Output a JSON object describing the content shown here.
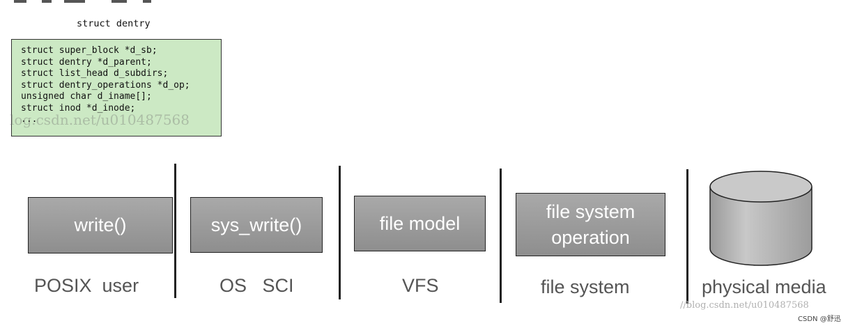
{
  "struct": {
    "title": "struct dentry",
    "lines": [
      "struct super_block *d_sb;",
      "struct dentry *d_parent;",
      "struct list_head d_subdirs;",
      "struct dentry_operations *d_op;",
      "unsigned char d_iname[];",
      "struct inod *d_inode;",
      "..."
    ]
  },
  "layers": [
    {
      "box": "write()",
      "label": "POSIX  user"
    },
    {
      "box": "sys_write()",
      "label": "OS   SCI"
    },
    {
      "box": "file model",
      "label": "VFS"
    },
    {
      "box": "file system\noperation",
      "label": "file system"
    },
    {
      "box": "",
      "label": "physical media"
    }
  ],
  "watermarks": {
    "left": "log.csdn.net/u010487568",
    "right": "//blog.csdn.net/u010487568",
    "corner": "CSDN @舒迅"
  },
  "colors": {
    "struct_bg": "#cce9c4",
    "box_fill": "#9b9b9b",
    "label_text": "#555555"
  }
}
